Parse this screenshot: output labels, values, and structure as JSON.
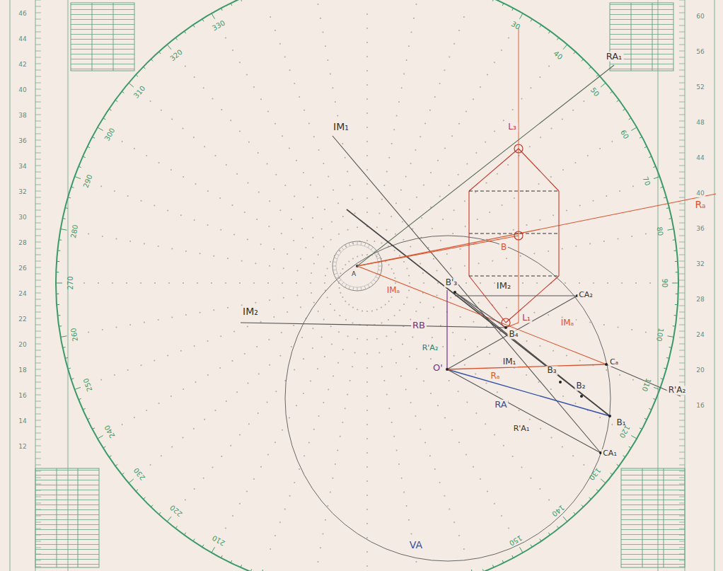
{
  "diagram": {
    "labels": [
      "RA₁",
      "IM₁",
      "L₃",
      "Rₐ",
      "B",
      "A",
      "B'₃",
      "IM₂",
      "CA₂",
      "IMₐ",
      "IM₂",
      "L₁",
      "B₄",
      "IMₐ",
      "RB",
      "R'A₂",
      "IM₁",
      "Cₐ",
      "B₃",
      "R'A₂",
      "B₂",
      "Rₐ",
      "O'",
      "RA",
      "B₁",
      "R'A₁",
      "CA₁",
      "VA",
      "30",
      "40",
      "50",
      "60",
      "70",
      "80",
      "90",
      "100",
      "110",
      "120",
      "130",
      "140",
      "150",
      "210",
      "220",
      "230",
      "240",
      "250",
      "260",
      "270",
      "280",
      "290",
      "300",
      "310",
      "320",
      "330",
      "46",
      "44",
      "42",
      "40",
      "38",
      "36",
      "34",
      "32",
      "30",
      "28",
      "26",
      "24",
      "22",
      "20",
      "18",
      "16",
      "14",
      "12",
      "60",
      "56",
      "52",
      "48",
      "44",
      "40",
      "36",
      "32",
      "28",
      "24",
      "20",
      "16"
    ]
  }
}
